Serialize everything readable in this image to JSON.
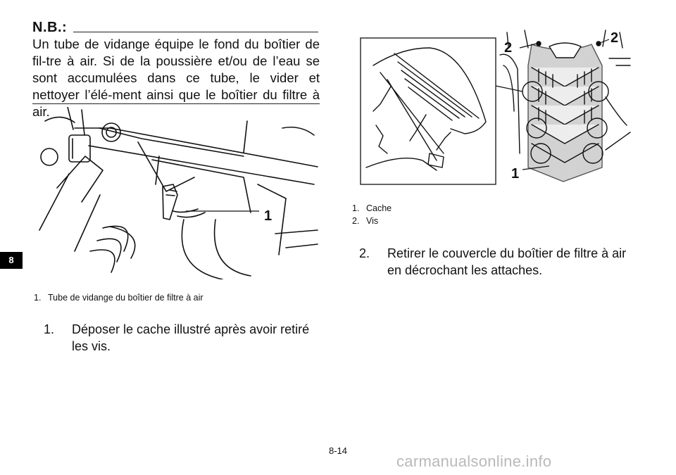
{
  "note": {
    "title": "N.B.:",
    "text": "Un tube de vidange équipe le fond du boîtier de fil-tre à air. Si de la poussière et/ou de l’eau se sont accumulées dans ce tube, le vider et nettoyer l’élé-ment ainsi que le boîtier du filtre à air."
  },
  "figure1": {
    "callouts": [
      "1"
    ],
    "captions": [
      {
        "num": "1.",
        "text": "Tube de vidange du boîtier de filtre à air"
      }
    ]
  },
  "step1": {
    "num": "1.",
    "text": "Déposer le cache illustré après avoir retiré les vis."
  },
  "figure2": {
    "callouts": [
      "2",
      "2",
      "1"
    ],
    "captions": [
      {
        "num": "1.",
        "text": "Cache"
      },
      {
        "num": "2.",
        "text": "Vis"
      }
    ]
  },
  "step2": {
    "num": "2.",
    "text": "Retirer le couvercle du boîtier de filtre à air en décrochant les attaches."
  },
  "chapter_tab": "8",
  "page_number": "8-14",
  "watermark": "carmanualsonline.info"
}
